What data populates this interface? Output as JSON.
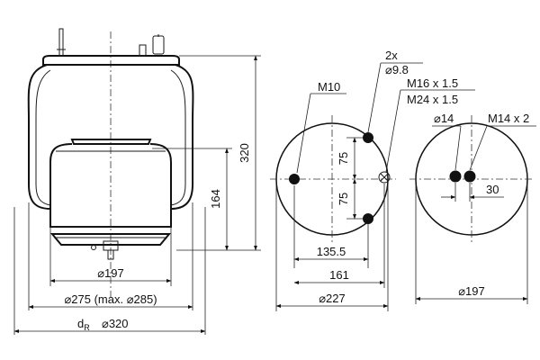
{
  "left_view": {
    "dim_d197": "⌀197",
    "dim_d275": "⌀275 (max. ⌀285)",
    "dim_dr_main": "d",
    "dim_dr_sub": "R",
    "dim_dr_value": "⌀320",
    "dim_height_320": "320",
    "dim_height_164": "164"
  },
  "center_view": {
    "label_m10": "M10",
    "label_2x": "2x",
    "label_d98": "⌀9.8",
    "label_m16": "M16 x 1.5",
    "label_m24": "M24 x 1.5",
    "dim_75_upper": "75",
    "dim_75_lower": "75",
    "dim_135_5": "135.5",
    "dim_161": "161",
    "dim_d227": "⌀227"
  },
  "right_view": {
    "label_d14": "⌀14",
    "label_m14": "M14 x 2",
    "dim_30": "30",
    "dim_d197": "⌀197"
  }
}
